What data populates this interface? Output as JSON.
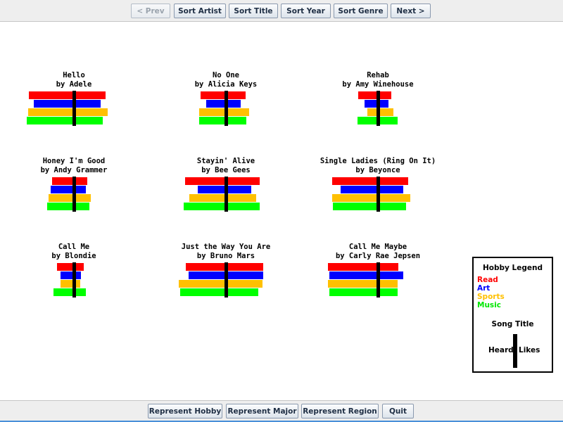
{
  "top_toolbar": {
    "prev_label": "< Prev",
    "sort_artist_label": "Sort Artist",
    "sort_title_label": "Sort Title",
    "sort_year_label": "Sort Year",
    "sort_genre_label": "Sort Genre",
    "next_label": "Next >"
  },
  "bottom_toolbar": {
    "hobby_label": "Represent Hobby",
    "major_label": "Represent Major",
    "region_label": "Represent Region",
    "quit_label": "Quit"
  },
  "colors": {
    "read": "#ff0000",
    "art": "#0000ff",
    "sports": "#ffc000",
    "music": "#00ff00"
  },
  "glyphs": [
    {
      "title": "Hello",
      "artist": "by Adele",
      "bars": [
        {
          "heard": 0.74,
          "likes": 0.52
        },
        {
          "heard": 0.66,
          "likes": 0.44
        },
        {
          "heard": 0.76,
          "likes": 0.56
        },
        {
          "heard": 0.78,
          "likes": 0.48
        }
      ]
    },
    {
      "title": "No One",
      "artist": "by Alicia Keys",
      "bars": [
        {
          "heard": 0.42,
          "likes": 0.32
        },
        {
          "heard": 0.32,
          "likes": 0.24
        },
        {
          "heard": 0.44,
          "likes": 0.38
        },
        {
          "heard": 0.44,
          "likes": 0.34
        }
      ]
    },
    {
      "title": "Rehab",
      "artist": "by Amy Winehouse",
      "bars": [
        {
          "heard": 0.32,
          "likes": 0.22
        },
        {
          "heard": 0.22,
          "likes": 0.18
        },
        {
          "heard": 0.18,
          "likes": 0.26
        },
        {
          "heard": 0.34,
          "likes": 0.32
        }
      ]
    },
    {
      "title": "Honey I'm Good",
      "artist": "by Andy Grammer",
      "bars": [
        {
          "heard": 0.36,
          "likes": 0.22
        },
        {
          "heard": 0.38,
          "likes": 0.2
        },
        {
          "heard": 0.42,
          "likes": 0.28
        },
        {
          "heard": 0.44,
          "likes": 0.26
        }
      ]
    },
    {
      "title": "Stayin' Alive",
      "artist": "by Bee Gees",
      "bars": [
        {
          "heard": 0.68,
          "likes": 0.56
        },
        {
          "heard": 0.46,
          "likes": 0.42
        },
        {
          "heard": 0.6,
          "likes": 0.5
        },
        {
          "heard": 0.7,
          "likes": 0.56
        }
      ]
    },
    {
      "title": "Single Ladies (Ring On It)",
      "artist": "by Beyonce",
      "bars": [
        {
          "heard": 0.76,
          "likes": 0.5
        },
        {
          "heard": 0.62,
          "likes": 0.42
        },
        {
          "heard": 0.76,
          "likes": 0.54
        },
        {
          "heard": 0.74,
          "likes": 0.46
        }
      ]
    },
    {
      "title": "Call Me",
      "artist": "by Blondie",
      "bars": [
        {
          "heard": 0.28,
          "likes": 0.16
        },
        {
          "heard": 0.22,
          "likes": 0.12
        },
        {
          "heard": 0.22,
          "likes": 0.1
        },
        {
          "heard": 0.34,
          "likes": 0.2
        }
      ]
    },
    {
      "title": "Just the Way You Are",
      "artist": "by Bruno Mars",
      "bars": [
        {
          "heard": 0.66,
          "likes": 0.62
        },
        {
          "heard": 0.62,
          "likes": 0.62
        },
        {
          "heard": 0.78,
          "likes": 0.6
        },
        {
          "heard": 0.76,
          "likes": 0.54
        }
      ]
    },
    {
      "title": "Call Me Maybe",
      "artist": "by Carly Rae Jepsen",
      "bars": [
        {
          "heard": 0.82,
          "likes": 0.34
        },
        {
          "heard": 0.8,
          "likes": 0.42
        },
        {
          "heard": 0.82,
          "likes": 0.32
        },
        {
          "heard": 0.8,
          "likes": 0.32
        }
      ]
    }
  ],
  "legend": {
    "title": "Hobby Legend",
    "read": "Read",
    "art": "Art",
    "sports": "Sports",
    "music": "Music",
    "song_title": "Song Title",
    "heard": "Heard",
    "likes": "Likes"
  }
}
